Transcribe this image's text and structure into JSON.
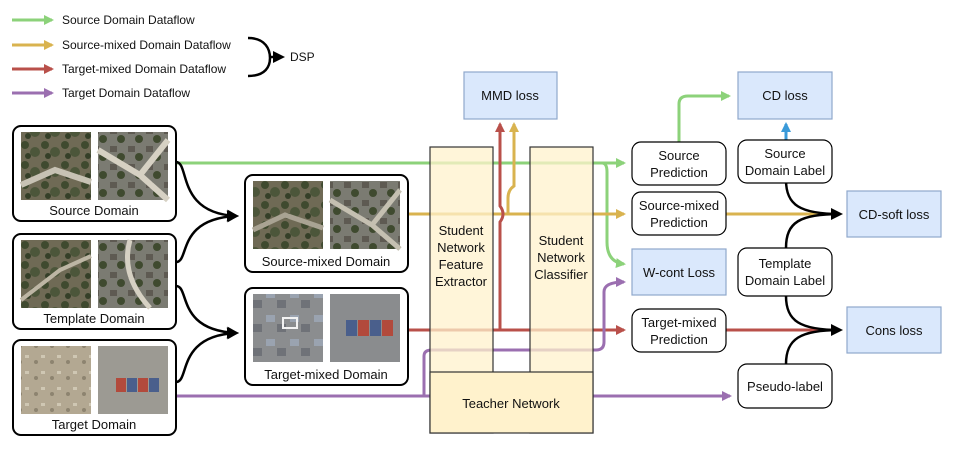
{
  "legend": {
    "source": "Source Domain Dataflow",
    "source_mixed": "Source-mixed Domain Dataflow",
    "target_mixed": "Target-mixed Domain Dataflow",
    "target": "Target Domain Dataflow",
    "dsp": "DSP"
  },
  "domains": {
    "source": "Source Domain",
    "template": "Template Domain",
    "target": "Target Domain",
    "source_mixed": "Source-mixed Domain",
    "target_mixed": "Target-mixed Domain"
  },
  "networks": {
    "feature_extractor": [
      "Student",
      "Network",
      "Feature",
      "Extractor"
    ],
    "classifier": [
      "Student",
      "Network",
      "Classifier"
    ],
    "teacher": "Teacher Network"
  },
  "predictions": {
    "source": [
      "Source",
      "Prediction"
    ],
    "source_mixed": [
      "Source-mixed",
      "Prediction"
    ],
    "target_mixed": [
      "Target-mixed",
      "Prediction"
    ]
  },
  "labels": {
    "source_domain": [
      "Source",
      "Domain Label"
    ],
    "template_domain": [
      "Template",
      "Domain Label"
    ],
    "pseudo": "Pseudo-label"
  },
  "losses": {
    "mmd": "MMD loss",
    "cd": "CD loss",
    "w_cont": "W-cont Loss",
    "cd_soft": "CD-soft loss",
    "cons": "Cons loss"
  },
  "colors": {
    "source": "#8cd27a",
    "source_mixed": "#d9b34f",
    "target_mixed": "#b9504a",
    "target": "#9b6fb0",
    "dsp": "#000000",
    "cd_arrow": "#3a9ad9",
    "loss_fill": "#dae8fc",
    "loss_stroke": "#8fa8cc",
    "network_fill": "#fff2cc",
    "network_stroke": "#333333"
  }
}
